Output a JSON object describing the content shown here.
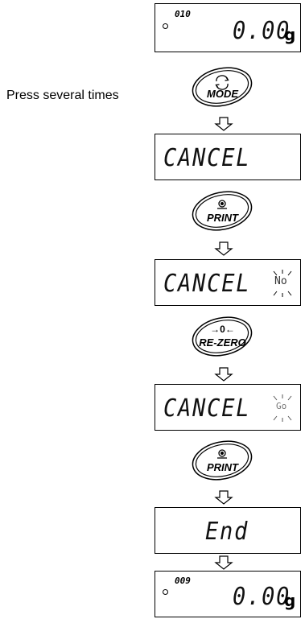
{
  "displays": {
    "d1": {
      "sample_no": "010",
      "value": "0.00",
      "unit": "g"
    },
    "d2": {
      "text": "CANCEL"
    },
    "d3": {
      "text": "CANCEL",
      "option": "No"
    },
    "d4": {
      "text": "CANCEL",
      "option": "Go"
    },
    "d5": {
      "text": "End"
    },
    "d6": {
      "sample_no": "009",
      "value": "0.00",
      "unit": "g"
    }
  },
  "buttons": {
    "mode": {
      "label": "MODE",
      "icon": "cycle-arrows-icon"
    },
    "print1": {
      "label": "PRINT",
      "icon": "print-icon"
    },
    "rezero": {
      "label": "RE-ZERO",
      "icon_text": "→0←"
    },
    "print2": {
      "label": "PRINT",
      "icon": "print-icon"
    }
  },
  "instruction": "Press several times"
}
